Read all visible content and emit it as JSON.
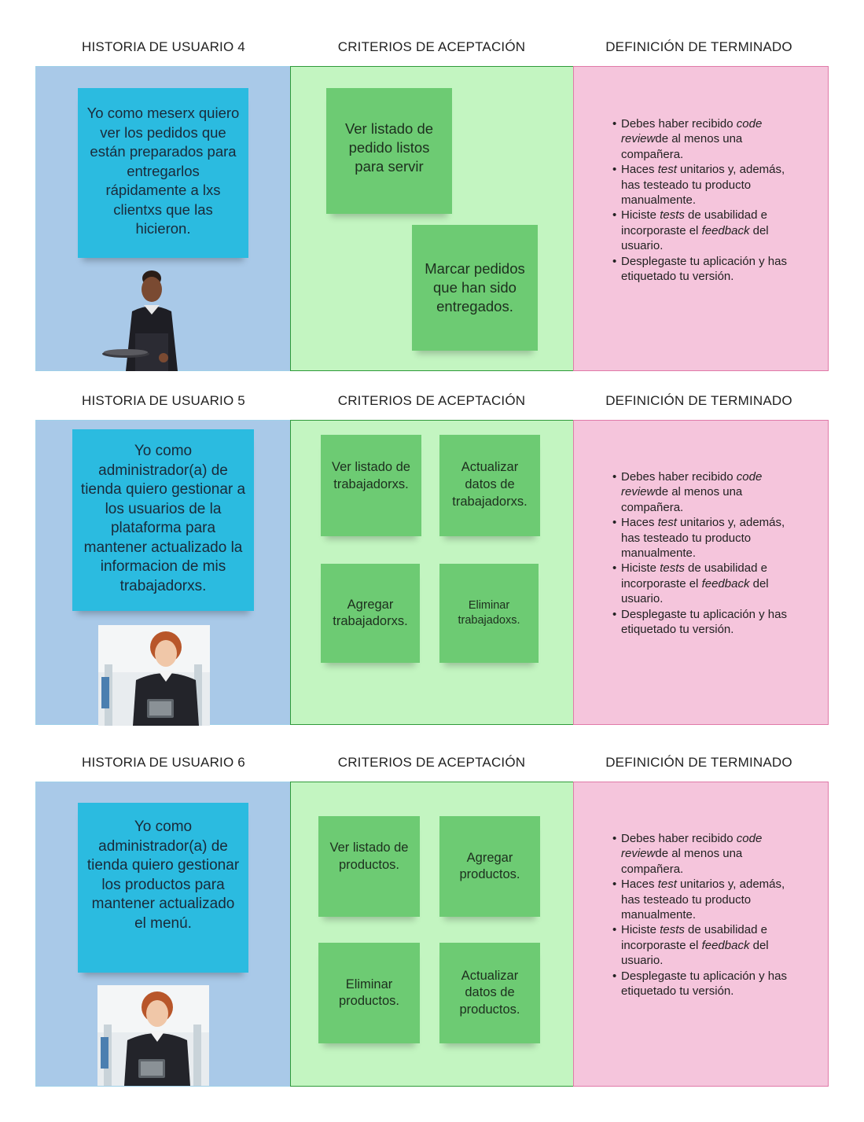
{
  "headers": {
    "story4": "HISTORIA DE USUARIO 4",
    "story5": "HISTORIA DE USUARIO 5",
    "story6": "HISTORIA DE USUARIO 6",
    "criteria": "CRITERIOS DE ACEPTACIÓN",
    "done": "DEFINICIÓN DE TERMINADO"
  },
  "stories": {
    "s4": "Yo como meserx quiero ver los pedidos que están preparados para entregarlos rápidamente a lxs clientxs que las hicieron.",
    "s5": "Yo como administrador(a) de tienda quiero gestionar a los usuarios de la plataforma para mantener actualizado la informacion de mis trabajadorxs.",
    "s6": "Yo como administrador(a) de tienda quiero gestionar los productos para mantener actualizado el menú."
  },
  "criteria": {
    "r1": [
      "Ver listado de pedido listos para servir",
      "Marcar pedidos que han sido entregados."
    ],
    "r2": [
      "Ver listado de trabajadorxs.",
      "Actualizar datos de trabajadorxs.",
      "Agregar trabajadorxs.",
      "Eliminar trabajadoxs."
    ],
    "r3": [
      "Ver listado de productos.",
      "Agregar productos.",
      "Eliminar productos.",
      "Actualizar datos de productos."
    ]
  },
  "dod": {
    "i1a": "Debes haber recibido ",
    "i1b": "code review",
    "i1c": "de al menos una compañera.",
    "i2a": "Haces ",
    "i2b": "test",
    "i2c": " unitarios y, además, has testeado tu producto manualmente.",
    "i3a": "Hiciste ",
    "i3b": "tests",
    "i3c": " de usabilidad e incorporaste el ",
    "i3d": "feedback",
    "i3e": " del usuario.",
    "i4": "Desplegaste tu aplicación y has etiquetado tu versión."
  },
  "colors": {
    "blue_panel": "#a9c9e8",
    "green_panel": "#c3f5c1",
    "pink_panel": "#f5c5dc",
    "story_note": "#2bbbe0",
    "criteria_note": "#6dcb73"
  }
}
